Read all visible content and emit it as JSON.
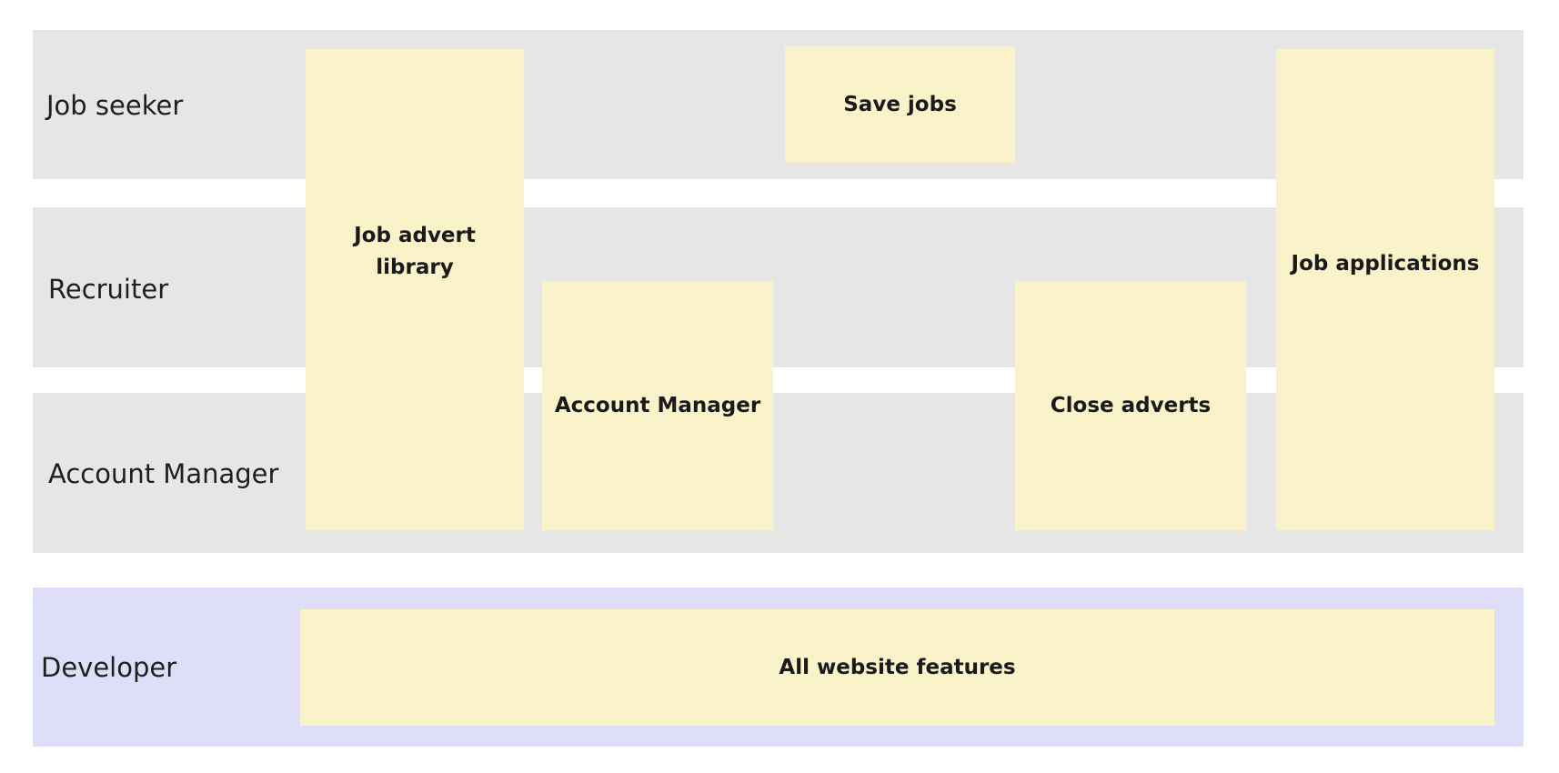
{
  "lanes": {
    "job_seeker": "Job seeker",
    "recruiter": "Recruiter",
    "account_manager": "Account Manager",
    "developer": "Developer"
  },
  "cards": {
    "job_advert_library_line1": "Job advert",
    "job_advert_library_line2": "library",
    "save_jobs": "Save jobs",
    "account_manager": "Account Manager",
    "close_adverts": "Close adverts",
    "job_applications": "Job applications",
    "all_website_features": "All website features"
  },
  "colors": {
    "lane_background": "#e6e6e6",
    "developer_lane_background": "#dedef8",
    "sticky_note": "#faf3ca",
    "text": "#1a1a1a"
  }
}
